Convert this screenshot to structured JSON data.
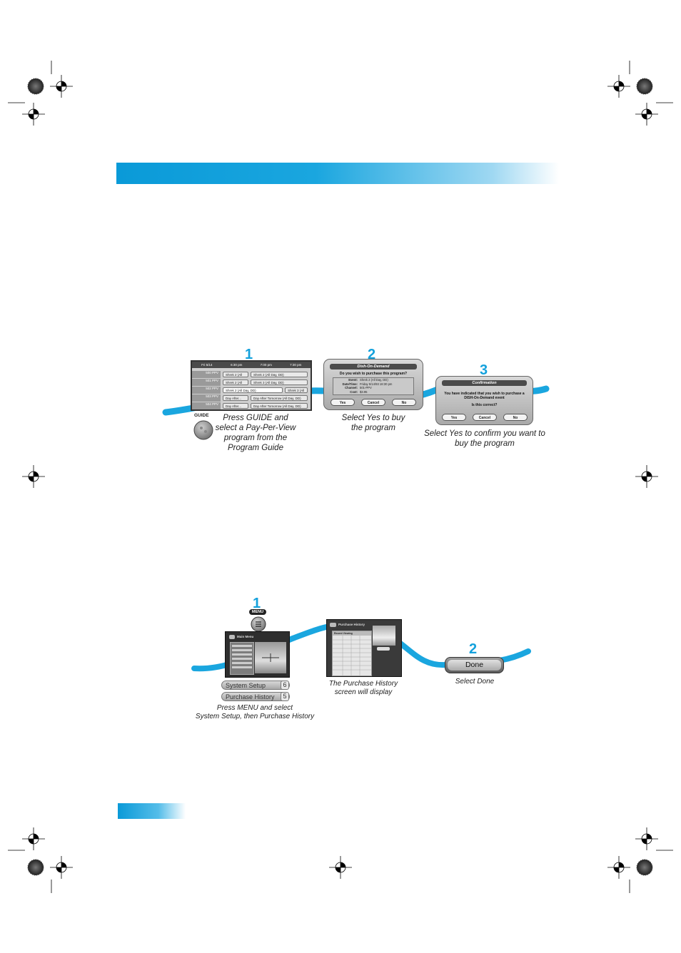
{
  "section1": {
    "step1": {
      "number": "1",
      "caption": "Press GUIDE and select a Pay-Per-View program from the Program Guide",
      "remote_button_label": "GUIDE"
    },
    "step2": {
      "number": "2",
      "caption": "Select Yes to buy the program"
    },
    "step3": {
      "number": "3",
      "caption": "Select Yes to confirm you want to buy the program"
    },
    "guide": {
      "date": "Fri 5/14",
      "times": [
        "6:30 pm",
        "7:00 pm",
        "7:30 pm"
      ],
      "rows": [
        {
          "ch": "500 PPV",
          "a": "Shrek 2 (All",
          "b": "Shrek 2 (All Day, DD)"
        },
        {
          "ch": "501 PPV",
          "a": "Shrek 2 (All",
          "b": "Shrek 3 (All Day, DD)"
        },
        {
          "ch": "502 PPV",
          "a": "Shrek 2 (All Day, DD)",
          "b": "Shrek 3 (All"
        },
        {
          "ch": "503 PPV",
          "a": "Day After...",
          "b": "Day After Tomorrow (All Day, DD)"
        },
        {
          "ch": "504 PPV",
          "a": "Day After...",
          "b": "Day After Tomorrow (All Day, DD)"
        }
      ]
    },
    "dish_dialog": {
      "title": "Dish-On-Demand",
      "question": "Do you wish to purchase this program?",
      "info": [
        {
          "k": "Event:",
          "v": "Shrek 2 (All Day, DD)"
        },
        {
          "k": "Date/Time:",
          "v": "Friday 5/14/93 18:30 pm"
        },
        {
          "k": "Channel:",
          "v": "501-PPV"
        },
        {
          "k": "Cost:",
          "v": "$3.95"
        }
      ],
      "buttons": [
        "Yes",
        "Cancel",
        "No"
      ]
    },
    "confirm_dialog": {
      "title": "Confirmation",
      "message": "You have indicated that you wish to purchase a DISH-On-Demand event",
      "question": "Is this correct?",
      "buttons": [
        "Yes",
        "Cancel",
        "No"
      ]
    }
  },
  "section2": {
    "step1": {
      "number": "1",
      "remote_button_label": "MENU",
      "caption_line1": "Press MENU and select",
      "caption_line2": "System Setup, then Purchase History"
    },
    "menu_screen": {
      "title": "Main Menu"
    },
    "purchase_screen": {
      "title": "Purchase History",
      "table_title": "Recent Viewing"
    },
    "purchase_caption": "The Purchase History screen will display",
    "menu_items": [
      {
        "label": "System Setup",
        "num": "6"
      },
      {
        "label": "Purchase History",
        "num": "5"
      }
    ],
    "step2": {
      "number": "2",
      "button_label": "Done",
      "caption": "Select Done"
    }
  },
  "colors": {
    "accent": "#14a1dc",
    "band": "#0a9ad8"
  }
}
